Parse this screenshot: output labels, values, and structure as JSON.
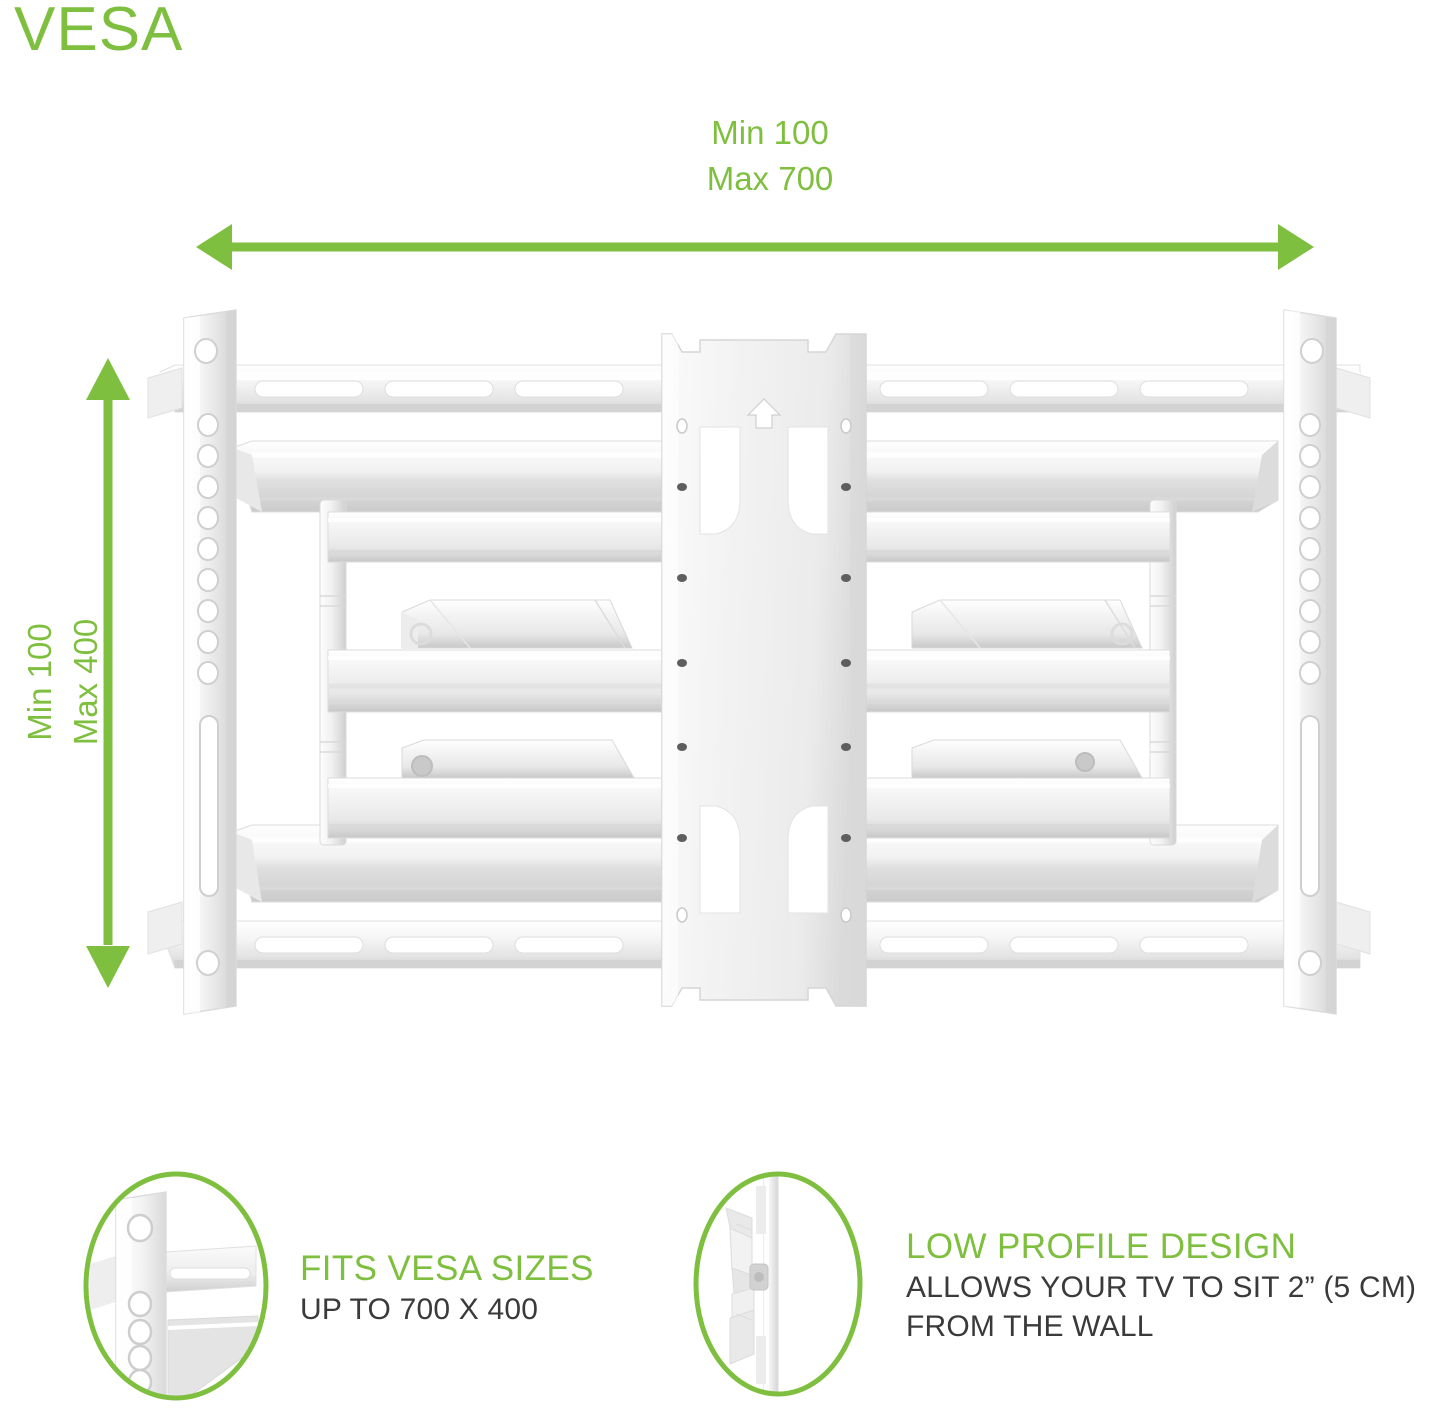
{
  "page": {
    "title": "VESA",
    "background_color": "#ffffff",
    "accent_green": "#7fbf3f",
    "body_text_color": "#3a3a3a",
    "product_color": "#f2f2f2"
  },
  "dimensions": {
    "horizontal": {
      "line1": "Min 100",
      "line2": "Max 700",
      "arrow": "double-headed-horizontal-arrow",
      "color": "#7fbf3f"
    },
    "vertical": {
      "line1": "Min 100",
      "line2": "Max 400",
      "arrow": "double-headed-vertical-arrow",
      "color": "#7fbf3f"
    }
  },
  "product": {
    "name": "full-motion-tv-wall-mount",
    "view": "front",
    "parts": [
      "left-vertical-bracket",
      "right-vertical-bracket",
      "top-wall-rail",
      "bottom-wall-rail",
      "center-vesa-plate",
      "articulating-arms"
    ]
  },
  "features": [
    {
      "id": "fits-vesa-sizes",
      "icon": "bracket-closeup-icon",
      "heading": "FITS VESA SIZES",
      "sub_lines": [
        "UP TO 700 X 400"
      ]
    },
    {
      "id": "low-profile-design",
      "icon": "side-profile-mount-icon",
      "heading": "LOW PROFILE DESIGN",
      "sub_lines": [
        "ALLOWS YOUR TV TO SIT 2” (5 CM)",
        "FROM THE WALL"
      ]
    }
  ]
}
